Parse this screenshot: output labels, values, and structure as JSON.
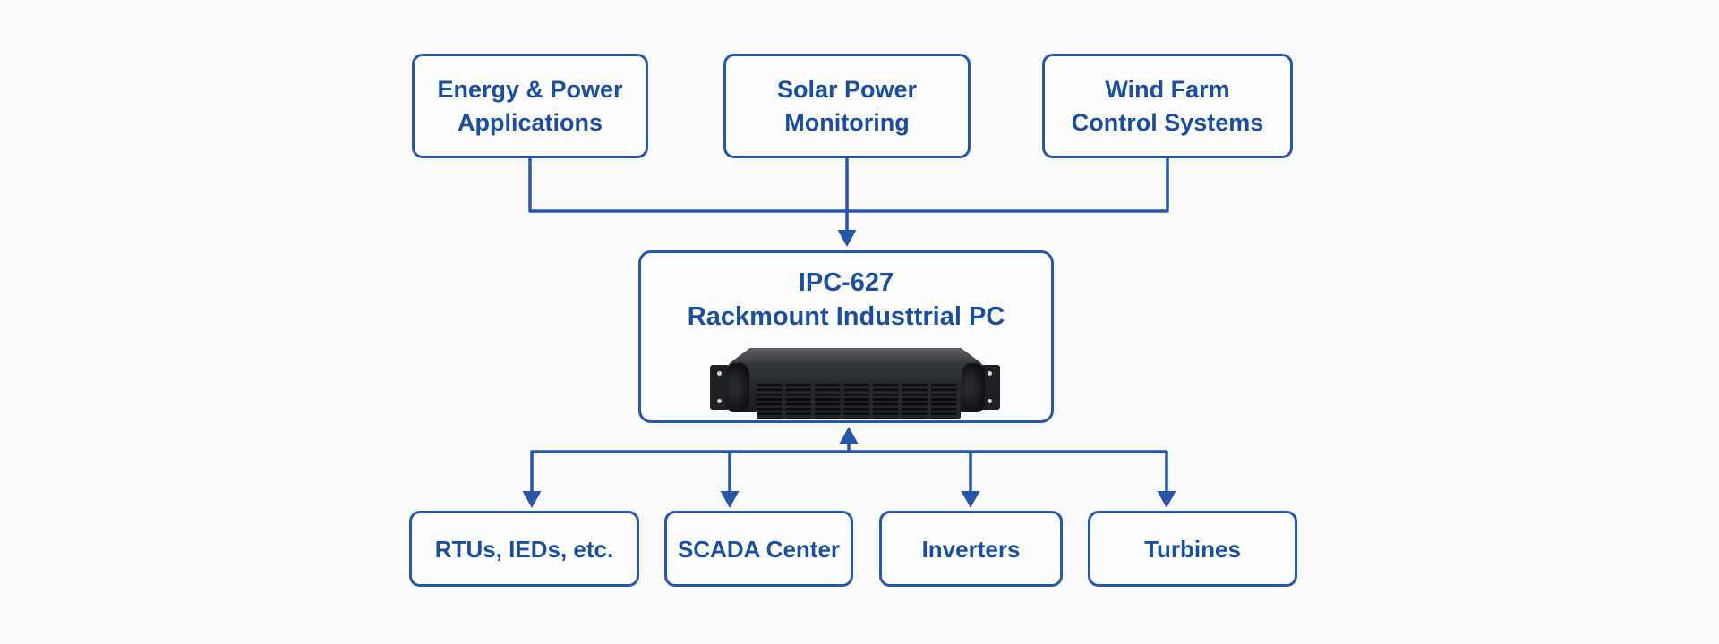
{
  "diagram": {
    "top_boxes": [
      {
        "line1": "Energy & Power",
        "line2": "Applications"
      },
      {
        "line1": "Solar Power",
        "line2": "Monitoring"
      },
      {
        "line1": "Wind Farm",
        "line2": "Control Systems"
      }
    ],
    "center_box": {
      "line1": "IPC-627",
      "line2": "Rackmount Industtrial PC",
      "image": "rackmount-industrial-pc-2u-front-view"
    },
    "bottom_boxes": [
      {
        "label": "RTUs, IEDs, etc."
      },
      {
        "label": "SCADA Center"
      },
      {
        "label": "Inverters"
      },
      {
        "label": "Turbines"
      }
    ],
    "colors": {
      "accent_blue_lines": "#2757a6",
      "text_blue": "#1b4f9e",
      "background": "#fbfbfb",
      "server_chassis": "#24262b"
    }
  }
}
